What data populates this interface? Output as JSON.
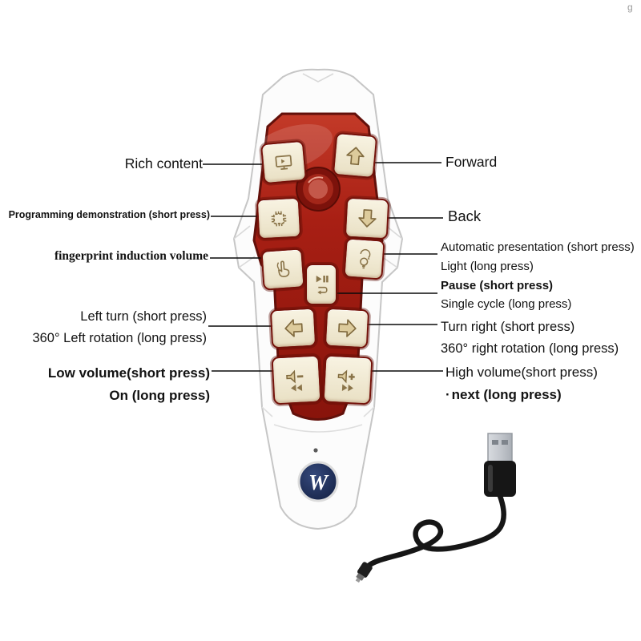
{
  "page": {
    "background": "#ffffff",
    "watermark": "g"
  },
  "colors": {
    "panel_red": "#a81f14",
    "panel_red_dark": "#7d130c",
    "button_face": "#f3ecd8",
    "button_border": "#731109",
    "body_white": "#fcfcfc",
    "logo_navy": "#18264b",
    "callout_line": "#0a0a0a"
  },
  "remote": {
    "logo_letter": "W",
    "buttons": [
      {
        "id": "rich-content",
        "icon": "presentation-screen-icon"
      },
      {
        "id": "forward",
        "icon": "arrow-up-icon"
      },
      {
        "id": "programming",
        "icon": "chip-icon"
      },
      {
        "id": "back",
        "icon": "arrow-down-icon"
      },
      {
        "id": "fingerprint",
        "icon": "hand-touch-icon"
      },
      {
        "id": "light",
        "icon": "bulb-icon"
      },
      {
        "id": "pause",
        "icon": "play-pause-icon"
      },
      {
        "id": "left-turn",
        "icon": "arrow-left-icon"
      },
      {
        "id": "turn-right",
        "icon": "arrow-right-icon"
      },
      {
        "id": "volume-down",
        "icon": "volume-minus-rewind-icon"
      },
      {
        "id": "volume-up",
        "icon": "volume-plus-forward-icon"
      }
    ]
  },
  "callouts": {
    "rich_content": {
      "line1": "Rich content"
    },
    "programming": {
      "line1": "Programming demonstration (short press)"
    },
    "fingerprint": {
      "line1": "fingerprint induction volume"
    },
    "left_turn": {
      "line1": "Left turn (short press)",
      "line2": "360° Left rotation (long press)"
    },
    "low_volume": {
      "line1": "Low volume(short press)",
      "line2": "On (long press)"
    },
    "forward": {
      "line1": "Forward"
    },
    "back": {
      "line1": "Back"
    },
    "auto_presentation": {
      "line1": "Automatic presentation (short press)",
      "line2": "Light (long press)"
    },
    "pause": {
      "line1": "Pause (short press)",
      "line2": "Single cycle (long press)"
    },
    "turn_right": {
      "line1": "Turn right (short press)",
      "line2": "360° right rotation (long press)"
    },
    "high_volume": {
      "line1": "High volume(short press)",
      "dot": "·",
      "line2": "next (long press)"
    }
  }
}
